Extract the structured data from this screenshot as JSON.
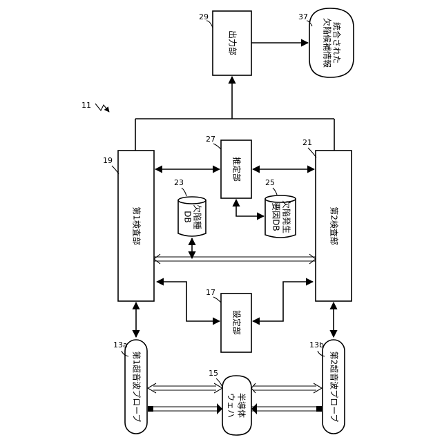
{
  "figure_ref": "11",
  "components": {
    "output": {
      "ref": "29",
      "label": "出力部"
    },
    "integrated_info": {
      "ref": "37",
      "label_line1": "統合された",
      "label_line2": "欠陥候補情報"
    },
    "first_inspection": {
      "ref": "19",
      "label": "第1検査部"
    },
    "second_inspection": {
      "ref": "21",
      "label": "第2検査部"
    },
    "estimation": {
      "ref": "27",
      "label": "推定部"
    },
    "defect_type_db": {
      "ref": "23",
      "label_line1": "欠陥種",
      "label_line2": "DB"
    },
    "defect_cause_db": {
      "ref": "25",
      "label_line1": "欠陥発生",
      "label_line2": "要因DB"
    },
    "setting": {
      "ref": "17",
      "label": "設定部"
    },
    "first_probe": {
      "ref": "13a",
      "label": "第1超音波プローブ"
    },
    "second_probe": {
      "ref": "13b",
      "label": "第2超音波プローブ"
    },
    "wafer": {
      "ref": "15",
      "label_line1": "半導体",
      "label_line2": "ウェハ"
    }
  }
}
